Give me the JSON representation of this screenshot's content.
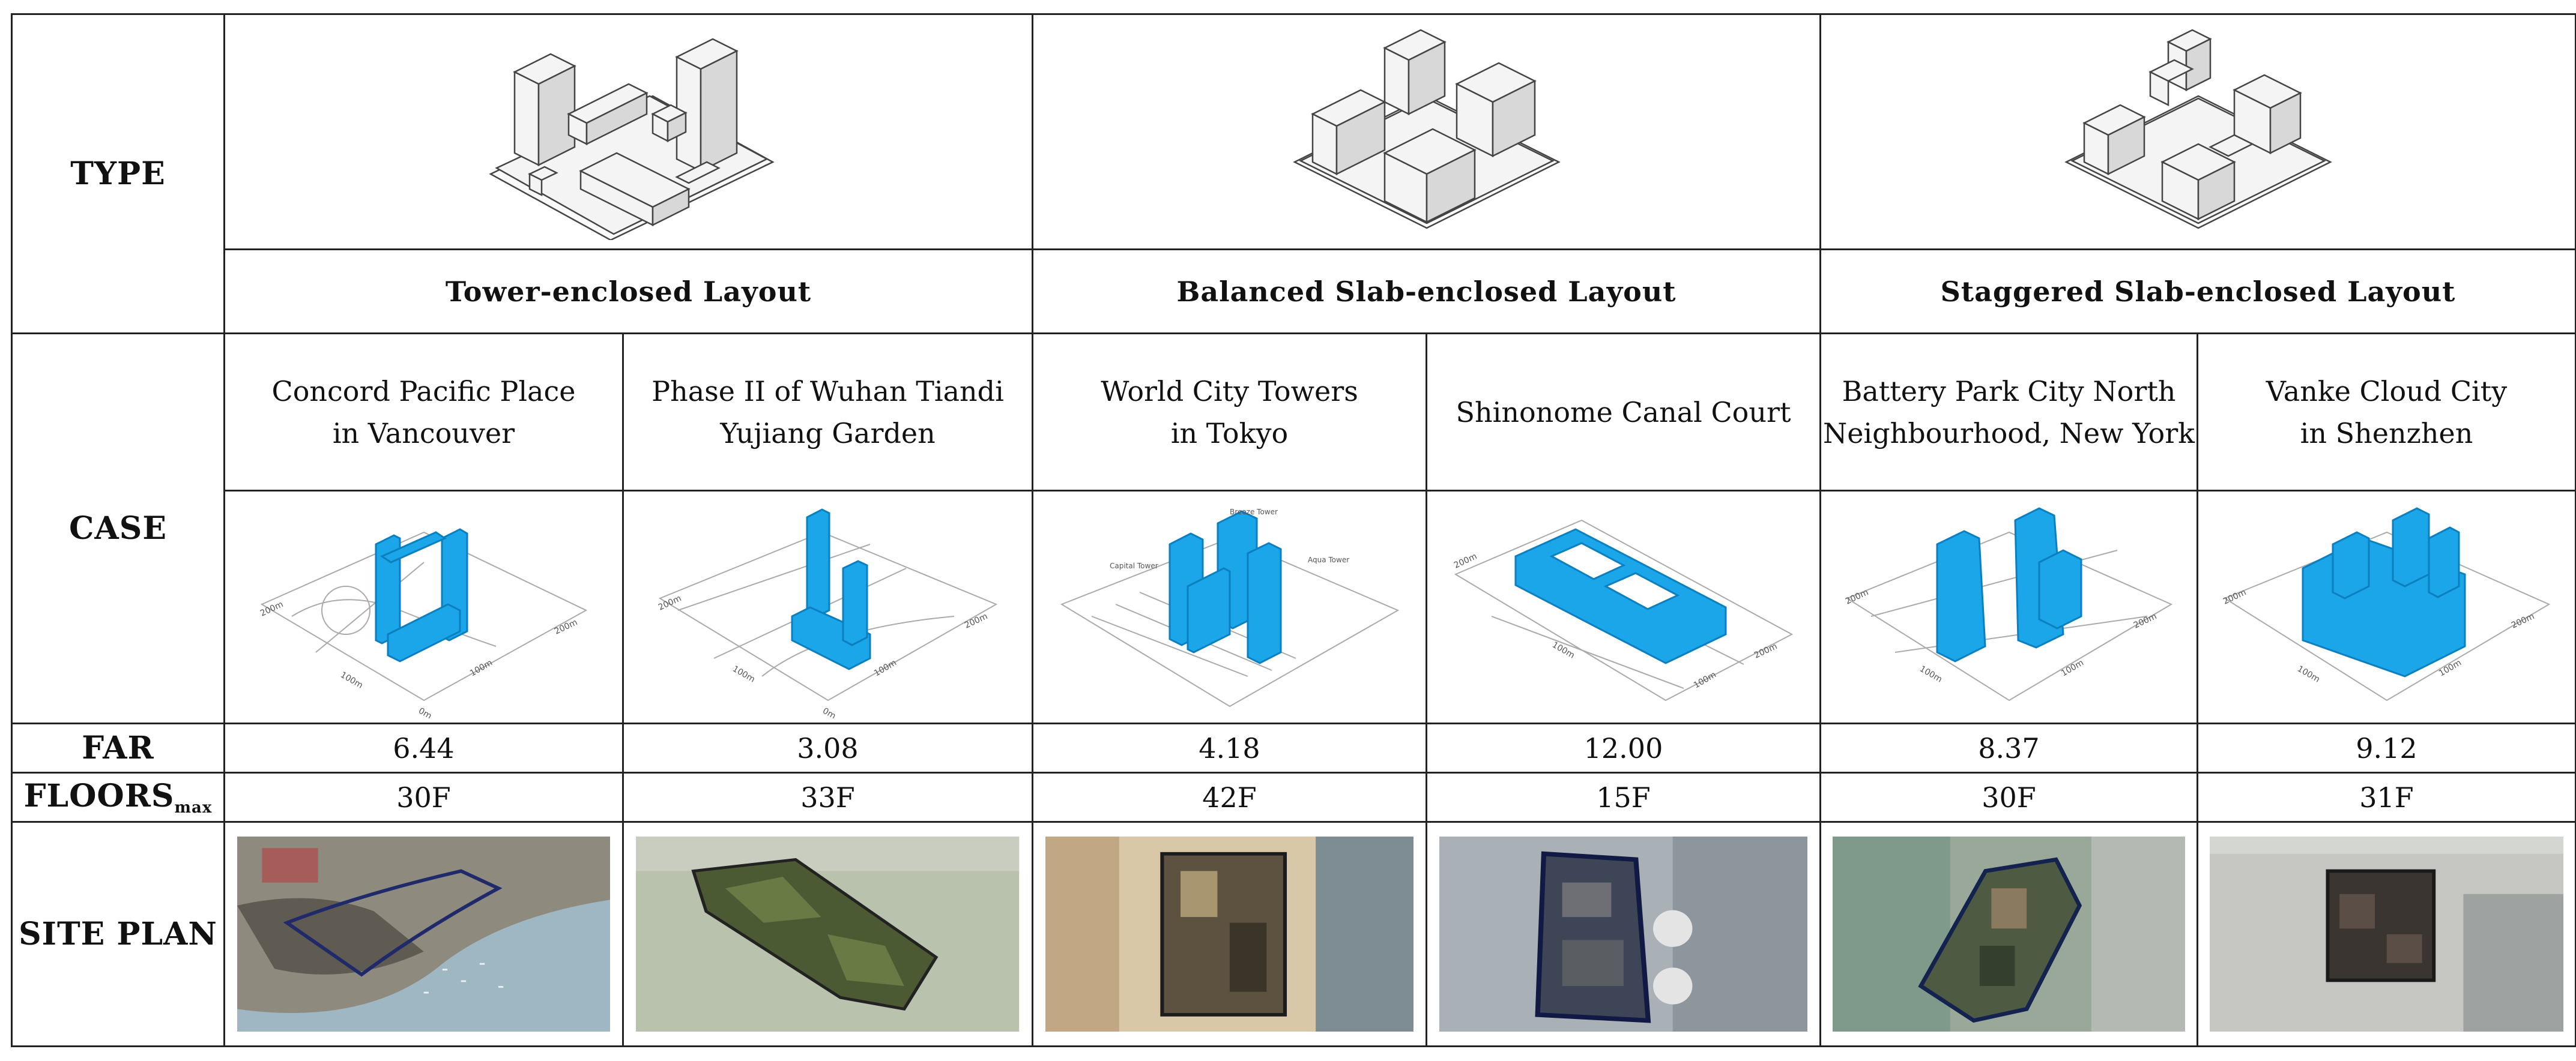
{
  "row_labels": {
    "type": "TYPE",
    "case": "CASE",
    "far": "FAR",
    "floors": "FLOORS",
    "floors_sub": "max",
    "site_plan": "SITE PLAN"
  },
  "types": [
    {
      "name": "Tower-enclosed Layout"
    },
    {
      "name": "Balanced Slab-enclosed Layout"
    },
    {
      "name": "Staggered Slab-enclosed Layout"
    }
  ],
  "cases": [
    {
      "line1": "Concord Pacific Place",
      "line2": "in Vancouver",
      "far": "6.44",
      "floors": "30F"
    },
    {
      "line1": "Phase II of Wuhan Tiandi",
      "line2": "Yujiang Garden",
      "far": "3.08",
      "floors": "33F"
    },
    {
      "line1": "World City Towers",
      "line2": "in Tokyo",
      "far": "4.18",
      "floors": "42F"
    },
    {
      "line1": "Shinonome Canal Court",
      "line2": "",
      "far": "12.00",
      "floors": "15F"
    },
    {
      "line1": "Battery Park City North",
      "line2": "Neighbourhood, New York",
      "far": "8.37",
      "floors": "30F"
    },
    {
      "line1": "Vanke Cloud City",
      "line2": "in Shenzhen",
      "far": "9.12",
      "floors": "31F"
    }
  ],
  "model_labels": {
    "scale_200": "200m",
    "scale_100": "100m",
    "scale_0": "0m",
    "tower_a": "Capital Tower",
    "tower_b": "Breeze Tower",
    "tower_c": "Aqua Tower"
  },
  "colors": {
    "model_blue": "#1aa6e8",
    "model_blue_dark": "#0b7fbf",
    "border": "#222222"
  }
}
